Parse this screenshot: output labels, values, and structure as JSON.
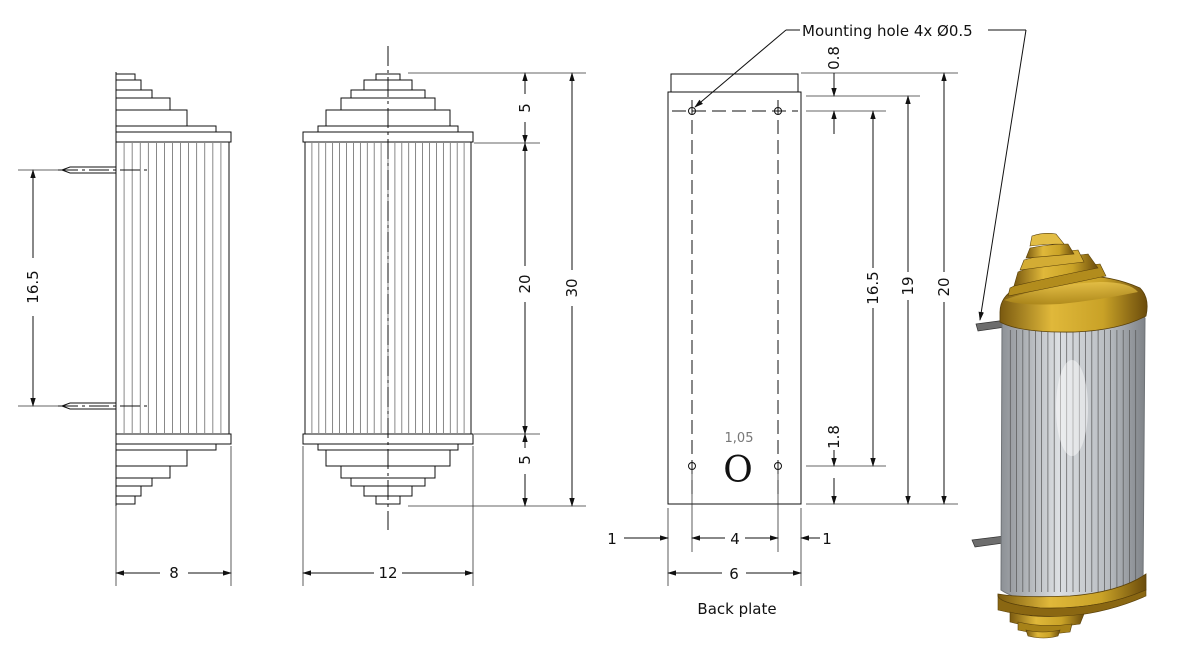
{
  "side_view": {
    "dim_width": "8",
    "dim_hole_spacing": "16.5"
  },
  "front_view": {
    "dim_width": "12",
    "dim_height_total": "30",
    "dim_top": "5",
    "dim_middle": "20",
    "dim_bottom": "5"
  },
  "back_plate": {
    "title": "Back plate",
    "callout": "Mounting hole 4x Ø0.5",
    "dim_top_offset": "0.8",
    "dim_hole_spacing": "16.5",
    "dim_inner_height": "19",
    "dim_total_height": "20",
    "dim_bottom_offset": "1.8",
    "dim_total_width": "6",
    "dim_hole_width": "4",
    "dim_left_margin": "1",
    "dim_right_margin": "1",
    "center_hole_label": "1,05",
    "center_mark": "O"
  },
  "render_3d": {
    "colors": {
      "brass": "#c9a227",
      "brass_dark": "#7a5a10",
      "glass": "#c9ccd0",
      "glass_dark": "#8d9196"
    }
  }
}
